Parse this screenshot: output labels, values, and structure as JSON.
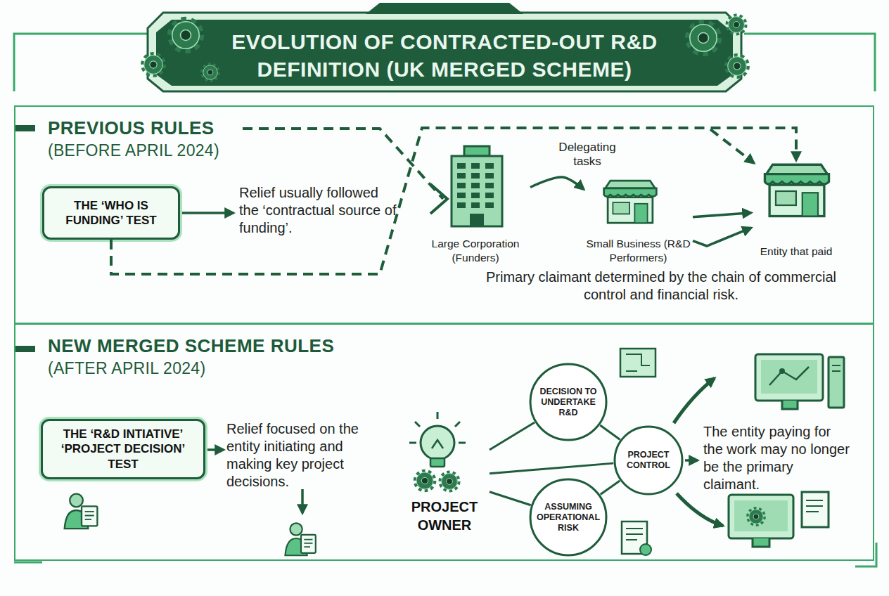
{
  "diagram": {
    "title": "EVOLUTION OF CONTRACTED-OUT R&D DEFINITION (UK MERGED SCHEME)",
    "nodes": [
      {
        "text": [
          "PREVIOUS RULES",
          "(BEFORE APRIL 2024)"
        ]
      },
      {
        "text": [
          "THE ‘WHO IS FUNDING’ TEST"
        ],
        "in": 0
      },
      {
        "text": [
          "Large Corporation (Funders)"
        ],
        "in": 0
      },
      {
        "text": [
          "Small Business (R&D Performers)"
        ],
        "in": 0
      },
      {
        "text": [
          "Entity that paid"
        ],
        "in": 0
      },
      {
        "text": [
          "NEW MERGED SCHEME RULES",
          "(AFTER APRIL 2024)"
        ]
      },
      {
        "text": [
          "THE ‘R&D INTIATIVE’ ‘PROJECT DECISION’ TEST"
        ],
        "in": 5
      },
      {
        "text": [
          "PROJECT OWNER"
        ],
        "in": 5
      },
      {
        "text": [
          "DECISION TO UNDERTAKE R&D"
        ],
        "in": 5
      },
      {
        "text": [
          "PROJECT CONTROL"
        ],
        "in": 5
      },
      {
        "text": [
          "ASSUMING OPERATIONAL RISK"
        ],
        "in": 5
      }
    ],
    "edges": [
      {
        "from": 1,
        "to": 4,
        "arrow": "to"
      },
      {
        "from": 2,
        "to": 3,
        "label": "Delegating tasks",
        "arrow": "to"
      },
      {
        "from": 3,
        "to": 4,
        "arrow": "to"
      },
      {
        "from": 3,
        "to": 4,
        "arrow": "to"
      },
      {
        "from": 7,
        "to": 8,
        "arrow": "none"
      },
      {
        "from": 7,
        "to": 9,
        "arrow": "none"
      },
      {
        "from": 7,
        "to": 10,
        "arrow": "none"
      },
      {
        "from": 8,
        "to": 9,
        "arrow": "none"
      },
      {
        "from": 10,
        "to": 9,
        "arrow": "none"
      }
    ],
    "labels": [
      "Relief usually followed the ‘contractual source of funding’.",
      "Primary claimant determined by the chain of commercial control and financial risk.",
      "Relief focused on the entity initiating and making key project decisions.",
      "The entity paying for the work may no longer be the primary claimant."
    ]
  }
}
